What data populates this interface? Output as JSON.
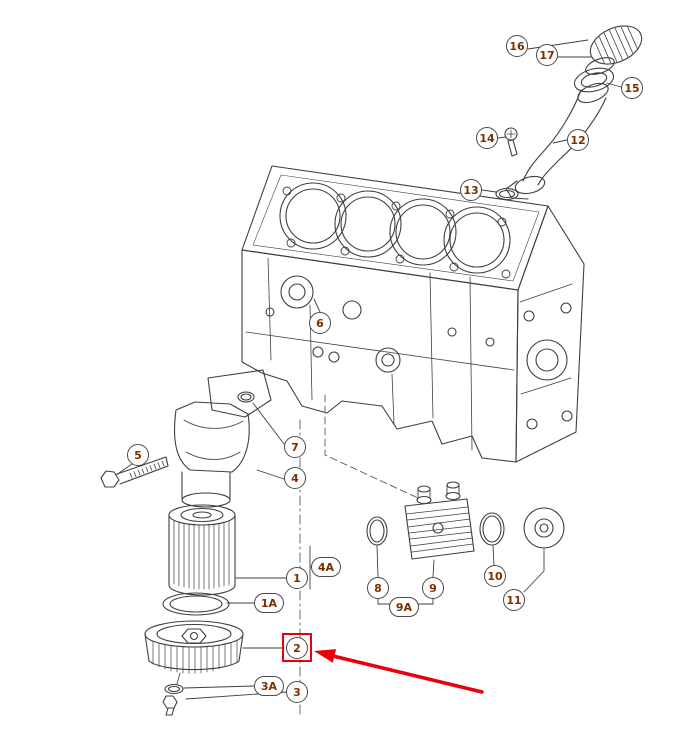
{
  "colors": {
    "line": "#3f3f3f",
    "callout-text": "#7a3000",
    "highlight": "#e8000a",
    "background": "#ffffff"
  },
  "callouts": [
    {
      "label": "16"
    },
    {
      "label": "17"
    },
    {
      "label": "15"
    },
    {
      "label": "14"
    },
    {
      "label": "12"
    },
    {
      "label": "13"
    },
    {
      "label": "6"
    },
    {
      "label": "5"
    },
    {
      "label": "7"
    },
    {
      "label": "4"
    },
    {
      "label": "4A"
    },
    {
      "label": "1"
    },
    {
      "label": "1A"
    },
    {
      "label": "2",
      "highlighted": true
    },
    {
      "label": "3A"
    },
    {
      "label": "3"
    },
    {
      "label": "8"
    },
    {
      "label": "9"
    },
    {
      "label": "9A"
    },
    {
      "label": "10"
    },
    {
      "label": "11"
    }
  ],
  "highlight": {
    "target_callout": "2"
  }
}
